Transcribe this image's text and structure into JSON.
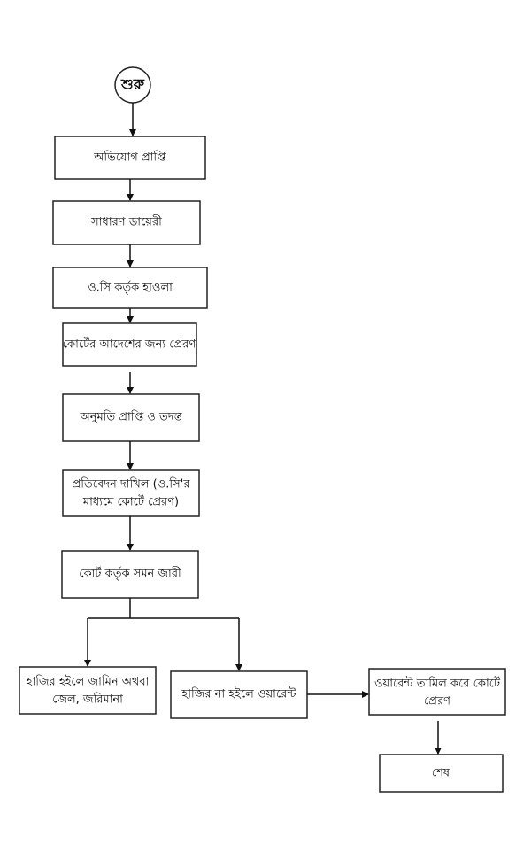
{
  "flowchart": {
    "start": "শুরু",
    "steps": [
      "অভিযোগ প্রাপ্তি",
      "সাধারণ ডায়েরী",
      "ও.সি কর্তৃক হাওলা",
      "কোর্টের আদেশের জন্য প্রেরণ",
      "অনুমতি প্রাপ্তি ও তদন্ত",
      [
        "প্রতিবেদন দাখিল (ও.সি'র",
        "মাধ্যমে কোর্টে প্রেরণ)"
      ],
      "কোর্ট কর্তৃক সমন জারী"
    ],
    "branch_present": [
      "হাজির হইলে জামিন অথবা",
      "জেল, জরিমানা"
    ],
    "branch_absent": "হাজির না হইলে ওয়ারেন্ট",
    "warrant_served": [
      "ওয়ারেন্ট তামিল করে কোর্টে",
      "প্রেরণ"
    ],
    "end": "শেষ"
  }
}
